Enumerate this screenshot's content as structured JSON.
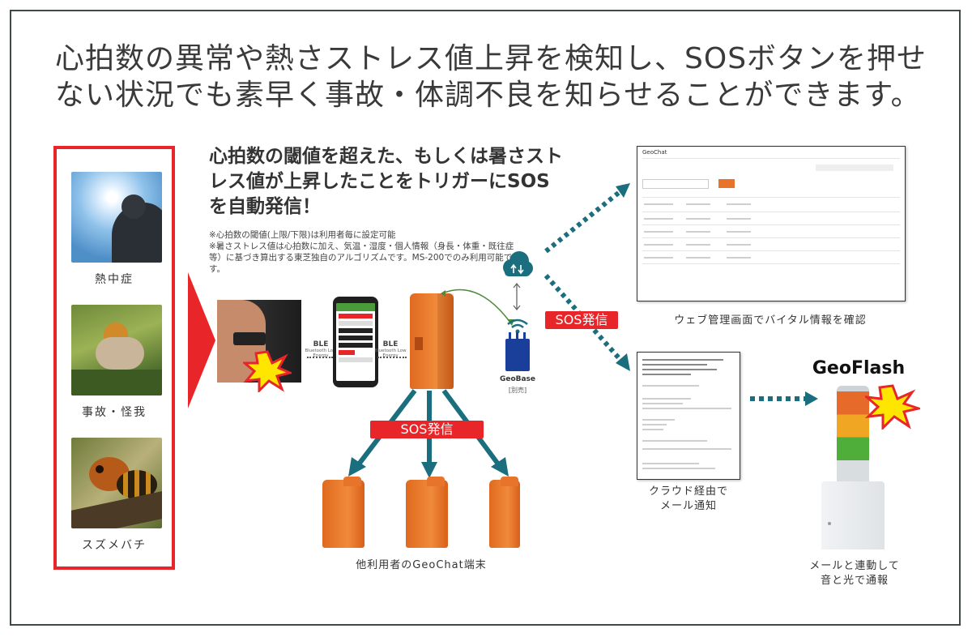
{
  "headline": "心拍数の異常や熱さストレス値上昇を検知し、SOSボタンを押せない状況でも素早く事故・体調不良を知らせることができます。",
  "hazards": [
    {
      "label": "熱中症",
      "icon": "heatstroke-photo"
    },
    {
      "label": "事故・怪我",
      "icon": "accident-photo"
    },
    {
      "label": "スズメバチ",
      "icon": "hornet-photo"
    }
  ],
  "subhead": "心拍数の閾値を超えた、もしくは暑さストレス値が上昇したことをトリガーにSOSを自動発信！",
  "notes": [
    "※心拍数の閾値(上限/下限)は利用者毎に設定可能",
    "※暑さストレス値は心拍数に加え、気温・湿度・個人情報（身長・体重・既往症等）に基づき算出する東芝独自のアルゴリズムです。MS-200でのみ利用可能です。"
  ],
  "ble": {
    "label": "BLE",
    "sub": "Bluetooth Low Energy"
  },
  "sos_label": "SOS発信",
  "geobase": {
    "name": "GeoBase",
    "sub": "[別売]"
  },
  "web_screen": {
    "app": "GeoChat",
    "caption": "ウェブ管理画面でバイタル情報を確認"
  },
  "mail": {
    "caption_line1": "クラウド経由で",
    "caption_line2": "メール通知"
  },
  "geoflash": {
    "name": "GeoFlash",
    "caption_line1": "メールと連動して",
    "caption_line2": "音と光で通報"
  },
  "other_terminals": "他利用者のGeoChat端末",
  "colors": {
    "accent_red": "#e8262a",
    "arrow_teal": "#1b6e7e",
    "device_orange": "#e8732a"
  }
}
